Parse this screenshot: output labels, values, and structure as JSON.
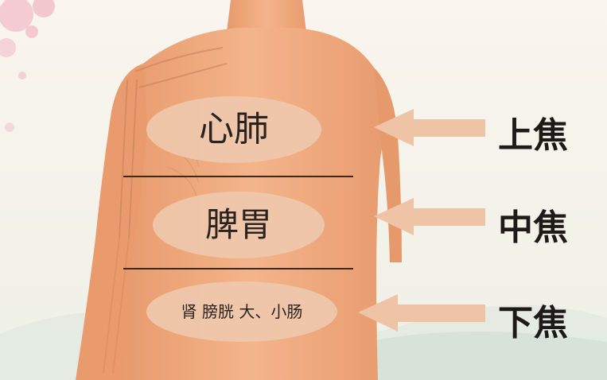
{
  "zones": [
    {
      "organs": "心肺",
      "jiao": "上焦"
    },
    {
      "organs": "脾胃",
      "jiao": "中焦"
    },
    {
      "organs": "肾 膀胱  大、小肠",
      "jiao": "下焦"
    }
  ],
  "colors": {
    "background": "#f7f1e8",
    "skin": "#f2a77c",
    "ellipse": "#efc8ad",
    "arrow": "#efc3a6",
    "divider": "#3a2a22",
    "blossom": "#f0b3c0"
  }
}
